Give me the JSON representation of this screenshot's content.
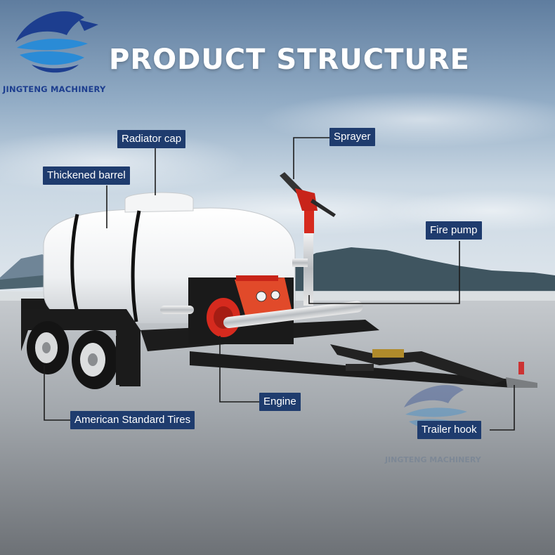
{
  "header": {
    "title": "PRODUCT STRUCTURE",
    "brand_name": "JINGTENG MACHINERY"
  },
  "watermark": {
    "text": "JINGTENG MACHINERY",
    "icon": "whale-logo-icon"
  },
  "labels": {
    "radiator_cap": "Radiator cap",
    "thickened_barrel": "Thickened barrel",
    "sprayer": "Sprayer",
    "fire_pump": "Fire pump",
    "engine": "Engine",
    "american_tires": "American Standard Tires",
    "trailer_hook": "Trailer hook"
  },
  "colors": {
    "label_bg": "#1f3c6e",
    "brand_blue": "#1d3e8f",
    "logo_blue": "#2a8bd6",
    "engine_red": "#d62a1e"
  }
}
